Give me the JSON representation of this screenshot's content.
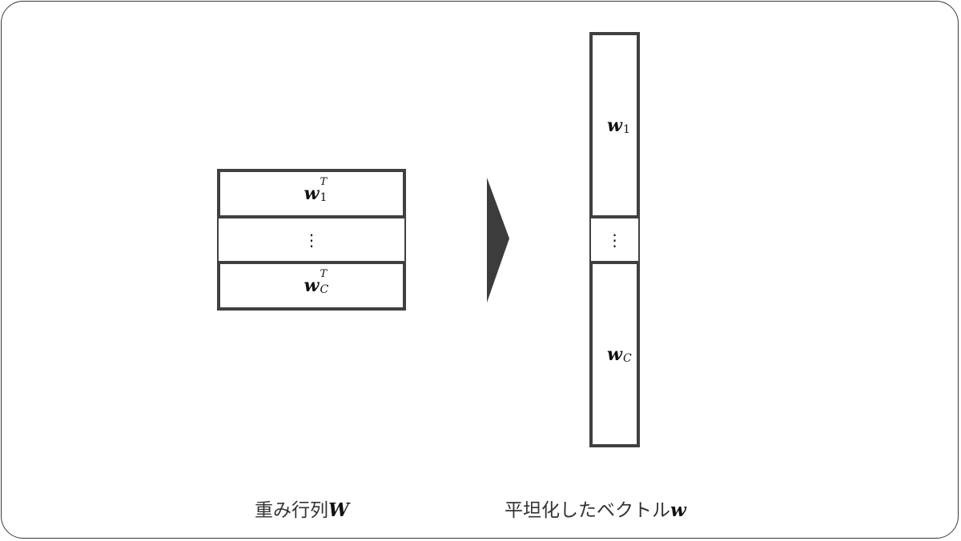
{
  "matrix": {
    "row_first": "w",
    "row_first_sub": "1",
    "row_first_sup": "T",
    "row_mid": "⋮",
    "row_last": "w",
    "row_last_sub": "C",
    "row_last_sup": "T",
    "caption_text": "重み行列",
    "caption_symbol": "W"
  },
  "vector": {
    "top": "w",
    "top_sub": "1",
    "mid": "⋮",
    "bottom": "w",
    "bottom_sub": "C",
    "caption_text": "平坦化したベクトル",
    "caption_symbol": "w"
  },
  "colors": {
    "stroke": "#404040",
    "arrow": "#3c3c3c",
    "frame": "#3a3a3a"
  }
}
